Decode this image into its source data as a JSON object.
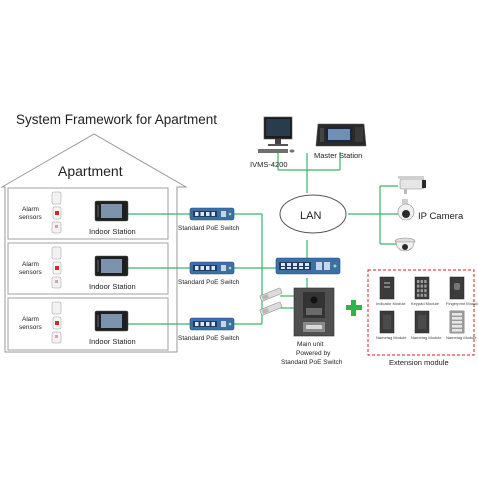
{
  "title": "System Framework for Apartment",
  "building": {
    "label": "Apartment",
    "units": [
      {
        "alarm_label_1": "Alarm",
        "alarm_label_2": "sensors",
        "station_label": "Indoor Station",
        "switch_label": "Standard PoE Switch"
      },
      {
        "alarm_label_1": "Alarm",
        "alarm_label_2": "sensors",
        "station_label": "Indoor Station",
        "switch_label": "Standard PoE Switch"
      },
      {
        "alarm_label_1": "Alarm",
        "alarm_label_2": "sensors",
        "station_label": "Indoor Station",
        "switch_label": "Standard PoE Switch"
      }
    ]
  },
  "network": {
    "ivms_label": "IVMS-4200",
    "master_station_label": "Master Station",
    "lan_label": "LAN",
    "ip_camera_label": "IP Camera"
  },
  "main_unit": {
    "line1": "Main unit",
    "line2": "Powered by",
    "line3": "Standard PoE Switch"
  },
  "extension": {
    "label": "Extension module",
    "modules": [
      {
        "label": "Indicator Module"
      },
      {
        "label": "Keypad Module"
      },
      {
        "label": "Fingerprint Module"
      },
      {
        "label": "Nametag Module"
      },
      {
        "label": "Nametag Module"
      },
      {
        "label": "Nametag Module"
      }
    ]
  },
  "colors": {
    "line_green": "#3bb36a",
    "plus_green": "#2fb34a",
    "dashed_red": "#d9201f",
    "switch_blue": "#3a6fa8"
  }
}
